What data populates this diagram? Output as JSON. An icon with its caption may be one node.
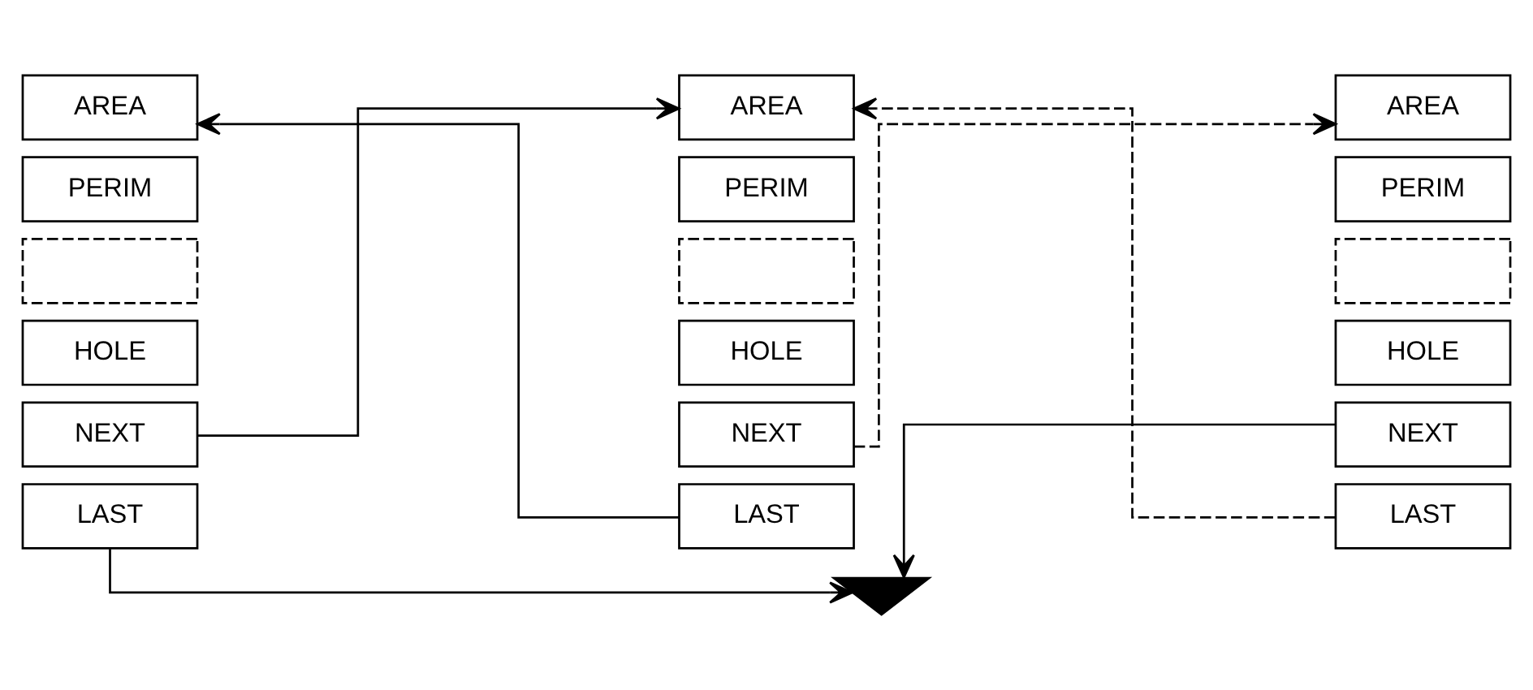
{
  "diagram": {
    "nodes": [
      {
        "text": [
          "AREA"
        ]
      },
      {
        "text": [
          "PERIM"
        ]
      },
      {
        "text": [],
        "shape": "box"
      },
      {
        "text": [
          "HOLE"
        ]
      },
      {
        "text": [
          "NEXT"
        ]
      },
      {
        "text": [
          "LAST"
        ]
      },
      {
        "text": [
          "AREA"
        ]
      },
      {
        "text": [
          "PERIM"
        ]
      },
      {
        "text": [],
        "shape": "box"
      },
      {
        "text": [
          "HOLE"
        ]
      },
      {
        "text": [
          "NEXT"
        ]
      },
      {
        "text": [
          "LAST"
        ]
      },
      {
        "text": [
          "AREA"
        ]
      },
      {
        "text": [
          "PERIM"
        ]
      },
      {
        "text": [],
        "shape": "box"
      },
      {
        "text": [
          "HOLE"
        ]
      },
      {
        "text": [
          "NEXT"
        ]
      },
      {
        "text": [
          "LAST"
        ]
      },
      {
        "text": [],
        "shape": "ground"
      }
    ],
    "edges": [
      {
        "from": 4,
        "to": 6,
        "arrow": "to"
      },
      {
        "from": 11,
        "to": 0,
        "arrow": "to"
      },
      {
        "from": 10,
        "to": 12,
        "arrow": "to",
        "style": "dashed"
      },
      {
        "from": 17,
        "to": 6,
        "arrow": "to",
        "style": "dashed"
      },
      {
        "from": 5,
        "to": 18,
        "arrow": "to"
      },
      {
        "from": 16,
        "to": 18,
        "arrow": "to"
      }
    ]
  }
}
